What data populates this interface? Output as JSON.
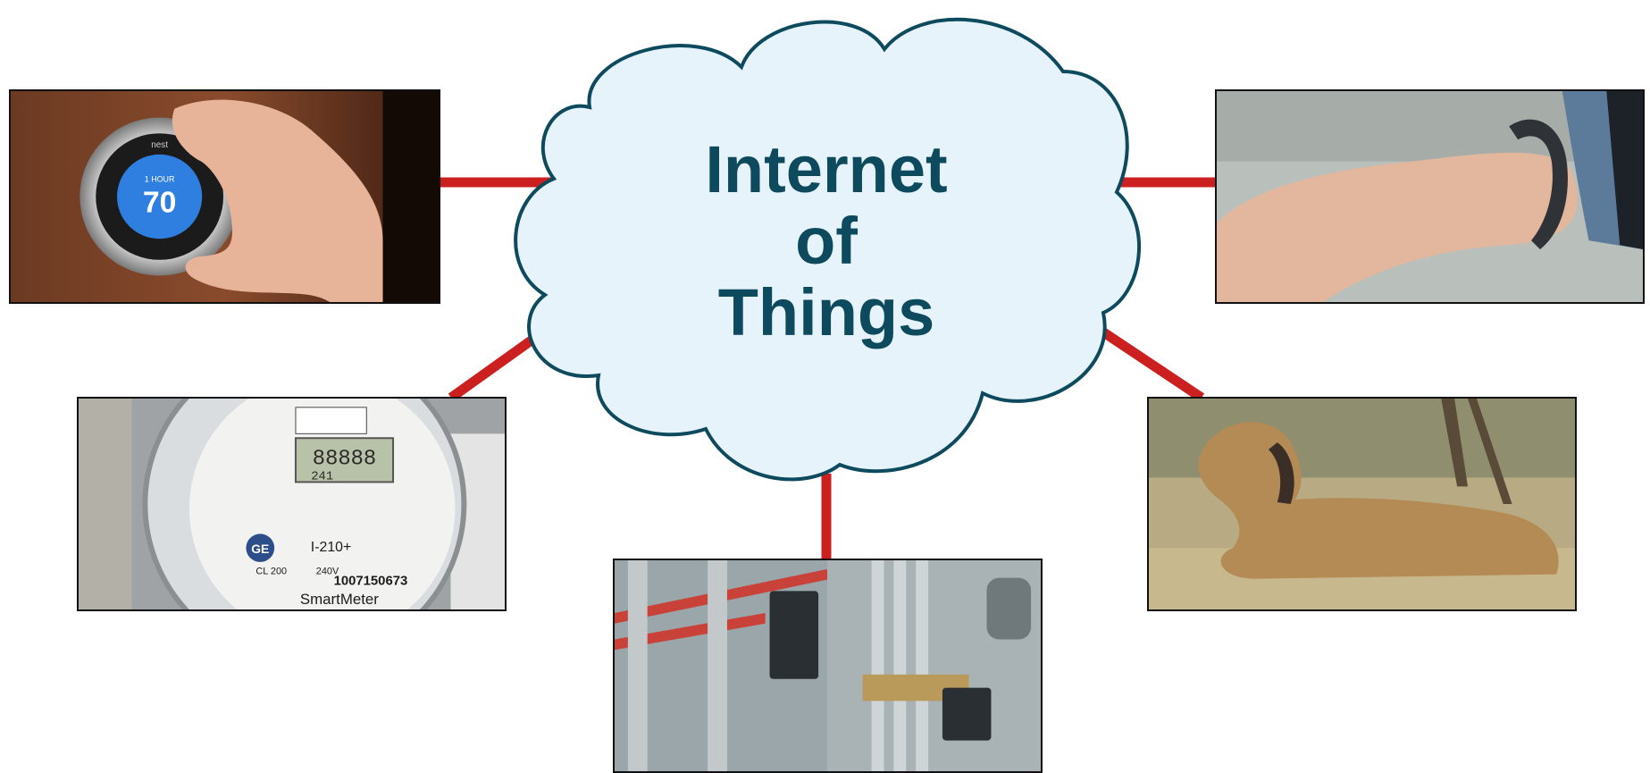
{
  "cloud": {
    "line1": "Internet",
    "line2": "of",
    "line3": "Things"
  },
  "colors": {
    "connector": "#cc1f1f",
    "cloud_fill": "#e6f3fb",
    "cloud_stroke": "#0d4a5e",
    "title": "#0d4a5e"
  },
  "devices": [
    {
      "name": "smart-thermostat-photo",
      "icon": "thermostat",
      "display_mode": "1 HOUR",
      "display_value": "70",
      "brand": "nest"
    },
    {
      "name": "smart-meter-photo",
      "icon": "electric-meter",
      "brand": "GE",
      "model": "I-210+",
      "serial": "1007150673",
      "product": "SmartMeter",
      "class": "CL 200",
      "voltage": "240V",
      "digits": "88888",
      "sub_digits": "241"
    },
    {
      "name": "industrial-sensor-photo",
      "icon": "sensor-box"
    },
    {
      "name": "fitness-band-photo",
      "icon": "wristband"
    },
    {
      "name": "lion-tracking-collar-photo",
      "icon": "lion-collar"
    }
  ]
}
